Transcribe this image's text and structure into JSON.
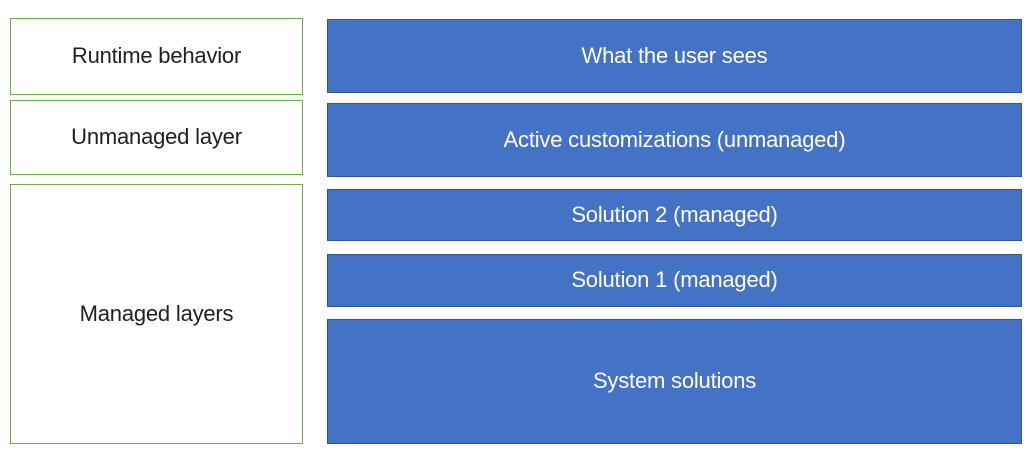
{
  "diagram": {
    "left_labels": [
      {
        "label": "Runtime behavior"
      },
      {
        "label": "Unmanaged layer"
      },
      {
        "label": "Managed layers"
      }
    ],
    "layers": [
      {
        "label": "What the user sees"
      },
      {
        "label": "Active customizations (unmanaged)"
      },
      {
        "label": "Solution 2 (managed)"
      },
      {
        "label": "Solution 1 (managed)"
      },
      {
        "label": "System solutions"
      }
    ],
    "colors": {
      "page_bg": "#FFFFFF",
      "label_fill": "#FFFFFF",
      "label_border": "#70AD47",
      "label_text": "#1F1F1F",
      "layer_fill": "#4472C4",
      "layer_border": "#2F5597",
      "layer_text": "#FFFFFF"
    }
  }
}
